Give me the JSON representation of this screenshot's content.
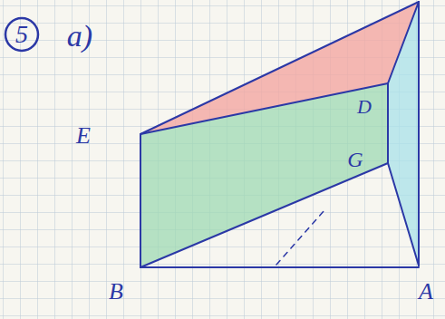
{
  "diagram": {
    "labels": [
      "5",
      "a)",
      "E",
      "D",
      "G",
      "B",
      "A"
    ]
  }
}
